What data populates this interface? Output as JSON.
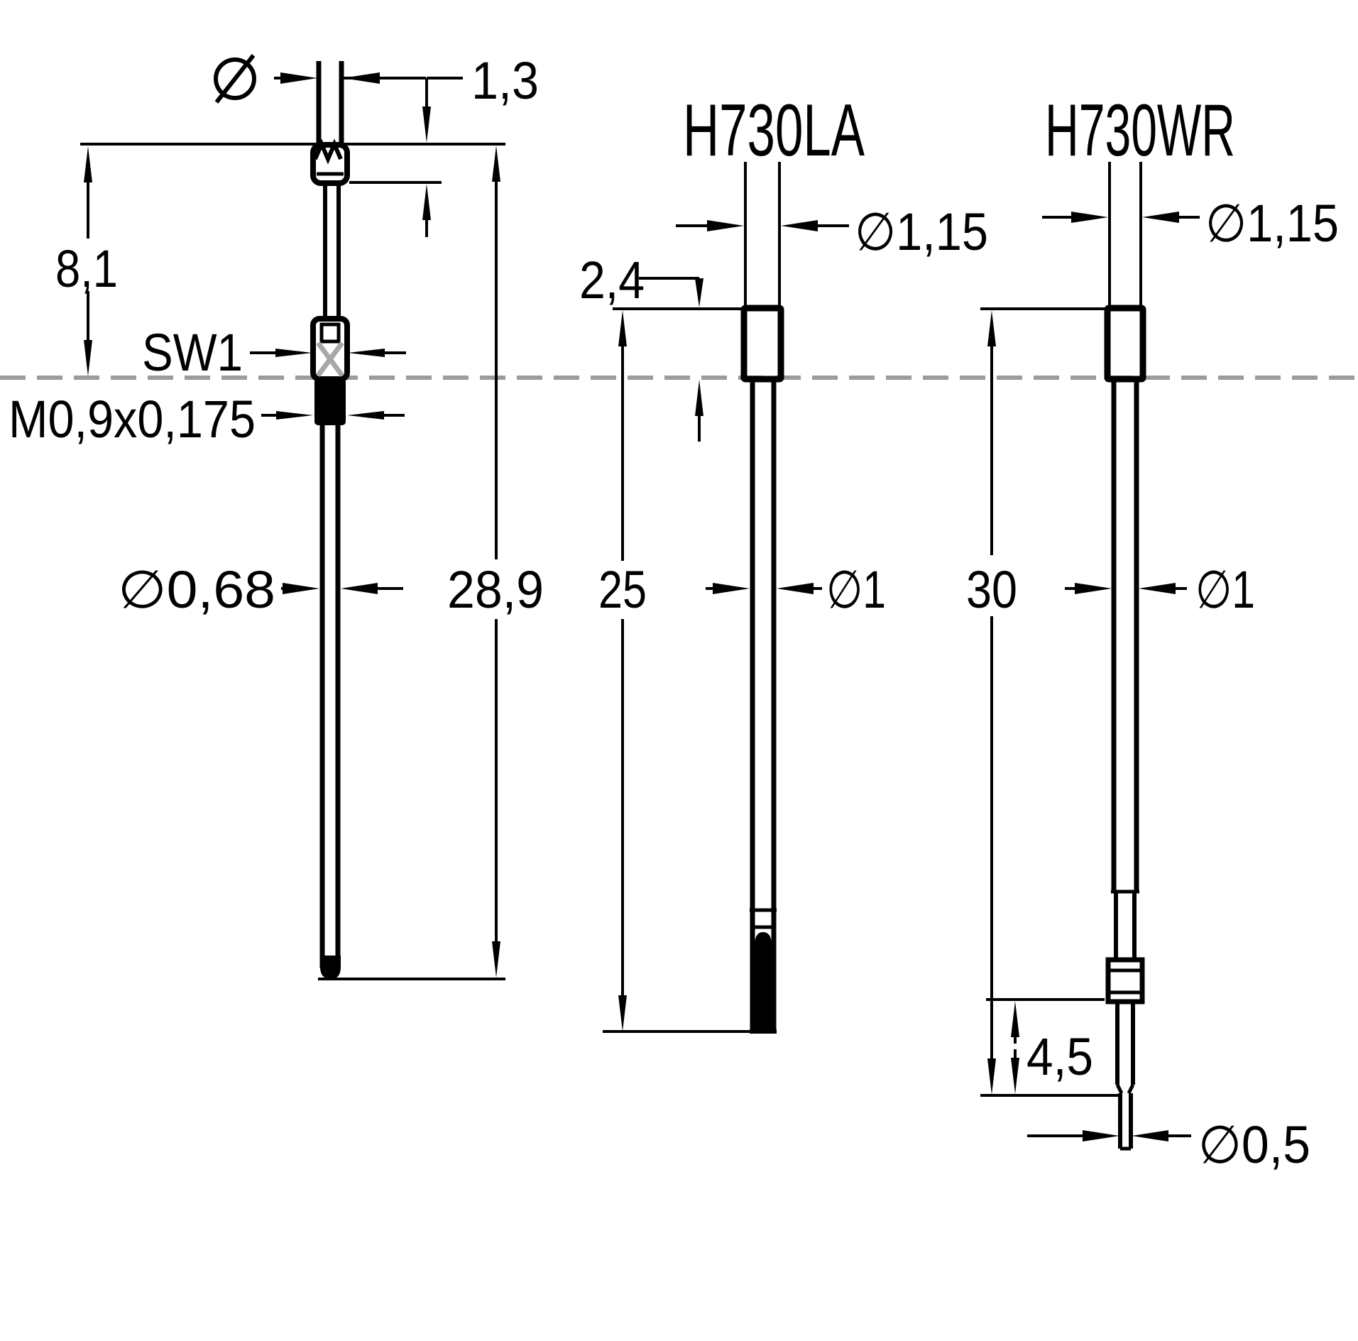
{
  "drawing": {
    "background": "#ffffff",
    "line_color": "#000000",
    "mounting_plane_color": "#9b9b9b",
    "labels": {
      "front": {
        "tip_diameter_symbol": "∅",
        "head_length": "1,3",
        "exposed_length": "8,1",
        "hex_width": "SW1",
        "thread": "M0,9x0,175",
        "barrel_diameter": "∅0,68",
        "total_length": "28,9"
      },
      "h730la": {
        "title": "H730LA",
        "head_diameter": "∅1,15",
        "head_height": "2,4",
        "length": "25",
        "shaft_diameter": "∅1"
      },
      "h730wr": {
        "title": "H730WR",
        "head_diameter": "∅1,15",
        "length": "30",
        "shaft_diameter": "∅1",
        "termination_length": "4,5",
        "wire_diameter": "∅0,5"
      }
    }
  }
}
